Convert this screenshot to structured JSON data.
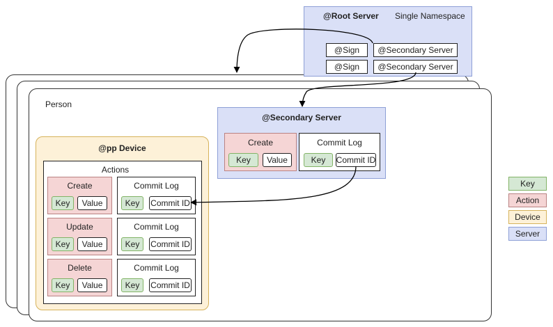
{
  "root_server": {
    "title": "@Root Server",
    "namespace_label": "Single Namespace",
    "rows": [
      {
        "sign": "@Sign",
        "server": "@Secondary Server"
      },
      {
        "sign": "@Sign",
        "server": "@Secondary Server"
      }
    ]
  },
  "person": {
    "label": "Person"
  },
  "secondary_server": {
    "title": "@Secondary Server",
    "create": {
      "label": "Create",
      "key": "Key",
      "value": "Value"
    },
    "commit_log": {
      "label": "Commit Log",
      "key": "Key",
      "commit_id": "Commit ID"
    }
  },
  "device": {
    "title": "@pp Device",
    "actions_label": "Actions",
    "rows": [
      {
        "action": "Create",
        "key": "Key",
        "value": "Value",
        "log_label": "Commit Log",
        "log_key": "Key",
        "commit_id": "Commit ID"
      },
      {
        "action": "Update",
        "key": "Key",
        "value": "Value",
        "log_label": "Commit Log",
        "log_key": "Key",
        "commit_id": "Commit ID"
      },
      {
        "action": "Delete",
        "key": "Key",
        "value": "Value",
        "log_label": "Commit Log",
        "log_key": "Key",
        "commit_id": "Commit ID"
      }
    ]
  },
  "legend": [
    "Key",
    "Action",
    "Device",
    "Server"
  ],
  "colors": {
    "key": "#d5e8d4",
    "action": "#f5d5d5",
    "device": "#fdf1d8",
    "server": "#dae0f7"
  }
}
